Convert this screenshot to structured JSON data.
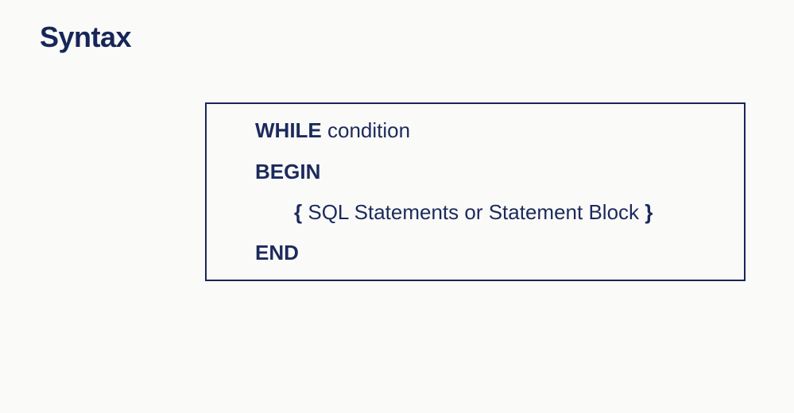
{
  "title": "Syntax",
  "syntax": {
    "line1": {
      "keyword": "WHILE",
      "text": "condition"
    },
    "line2": {
      "keyword": "BEGIN"
    },
    "line3": {
      "open": "{",
      "text": "SQL Statements or Statement Block",
      "close": "}"
    },
    "line4": {
      "keyword": "END"
    }
  }
}
